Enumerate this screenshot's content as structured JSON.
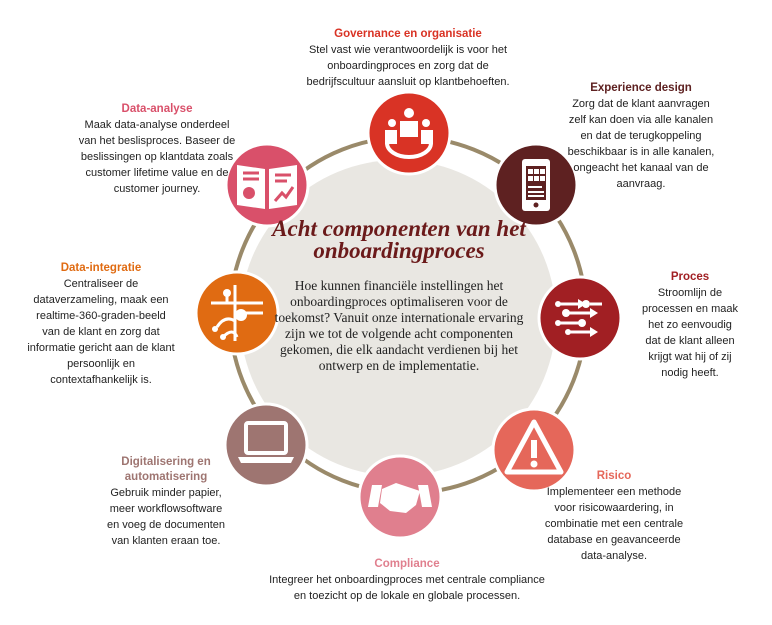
{
  "center": {
    "title": "Acht componenten van het onboardingproces",
    "body": "Hoe kunnen financiële instellingen het onboardingproces optimaliseren voor de toekomst? Vanuit onze internationale ervaring zijn we tot de volgende acht componenten gekomen, die elk aandacht verdienen bij het ontwerp en de implementatie."
  },
  "components": [
    {
      "title": "Governance en organisatie",
      "text": "Stel vast wie verantwoordelijk is voor het onboardingproces en zorg dat de bedrijfscultuur aansluit op klantbehoeften.",
      "color": "#d93325",
      "icon": "people-meeting-icon"
    },
    {
      "title": "Experience design",
      "text": "Zorg dat de klant aanvragen zelf kan doen via alle kanalen en dat de terugkoppeling beschikbaar is in alle kanalen, ongeacht het kanaal van de aanvraag.",
      "color": "#5e2121",
      "icon": "smartphone-icon"
    },
    {
      "title": "Proces",
      "text": "Stroomlijn de processen en maak het zo eenvoudig dat de klant alleen krijgt wat hij of zij nodig heeft.",
      "color": "#a11f23",
      "icon": "process-arrows-icon"
    },
    {
      "title": "Risico",
      "text": "Implementeer een methode voor risicowaardering, in combinatie met een centrale database en geavanceerde data-analyse.",
      "color": "#e5675a",
      "icon": "warning-icon"
    },
    {
      "title": "Compliance",
      "text": "Integreer het onboardingproces met centrale compliance en toezicht op de lokale en globale processen.",
      "color": "#e07f8e",
      "icon": "handshake-icon"
    },
    {
      "title": "Digitalisering en automatisering",
      "text": "Gebruik minder papier, meer workflowsoftware en voeg de documenten van klanten eraan toe.",
      "color": "#9e7571",
      "icon": "laptop-icon"
    },
    {
      "title": "Data-integratie",
      "text": "Centraliseer de dataverzameling, maak een realtime-360-graden-beeld van de klant en zorg dat informatie gericht aan de klant persoonlijk en contextafhankelijk is.",
      "color": "#e06b12",
      "icon": "network-icon"
    },
    {
      "title": "Data-analyse",
      "text": "Maak data-analyse onderdeel van het beslisproces. Baseer de beslissingen op klantdata zoals customer lifetime value en de customer journey.",
      "color": "#d9506a",
      "icon": "report-chart-icon"
    }
  ]
}
